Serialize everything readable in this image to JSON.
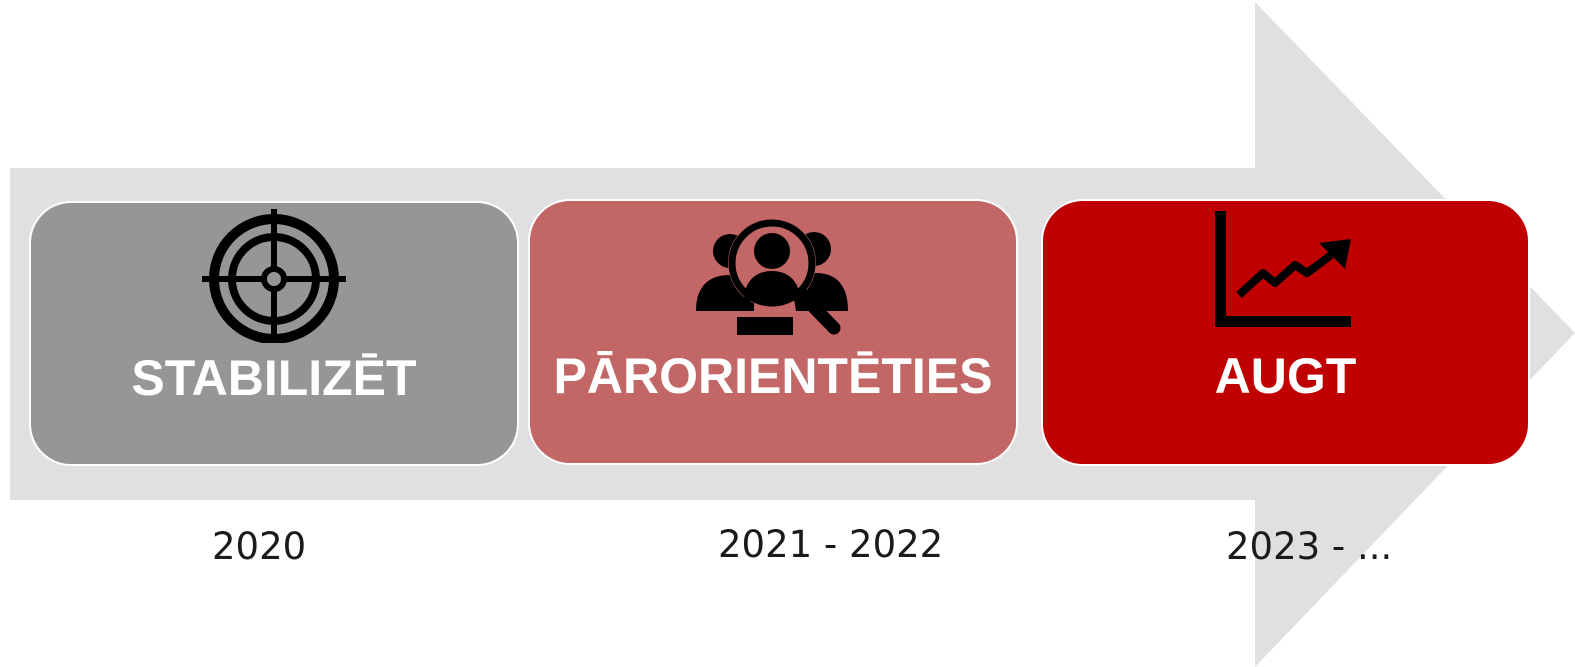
{
  "colors": {
    "arrow": "#e0e0e0",
    "phase_1": "#969696",
    "phase_2": "#c26666",
    "phase_3": "#c00000",
    "label_text": "#ffffff",
    "period_text": "#1a1a1a"
  },
  "phases": [
    {
      "label": "STABILIZĒT",
      "period": "2020",
      "icon": "target-crosshair-icon"
    },
    {
      "label": "PĀRORIENTĒTIES",
      "period": "2021 - 2022",
      "icon": "people-magnifier-icon"
    },
    {
      "label": "AUGT",
      "period": "2023 - ...",
      "icon": "growth-chart-icon"
    }
  ]
}
